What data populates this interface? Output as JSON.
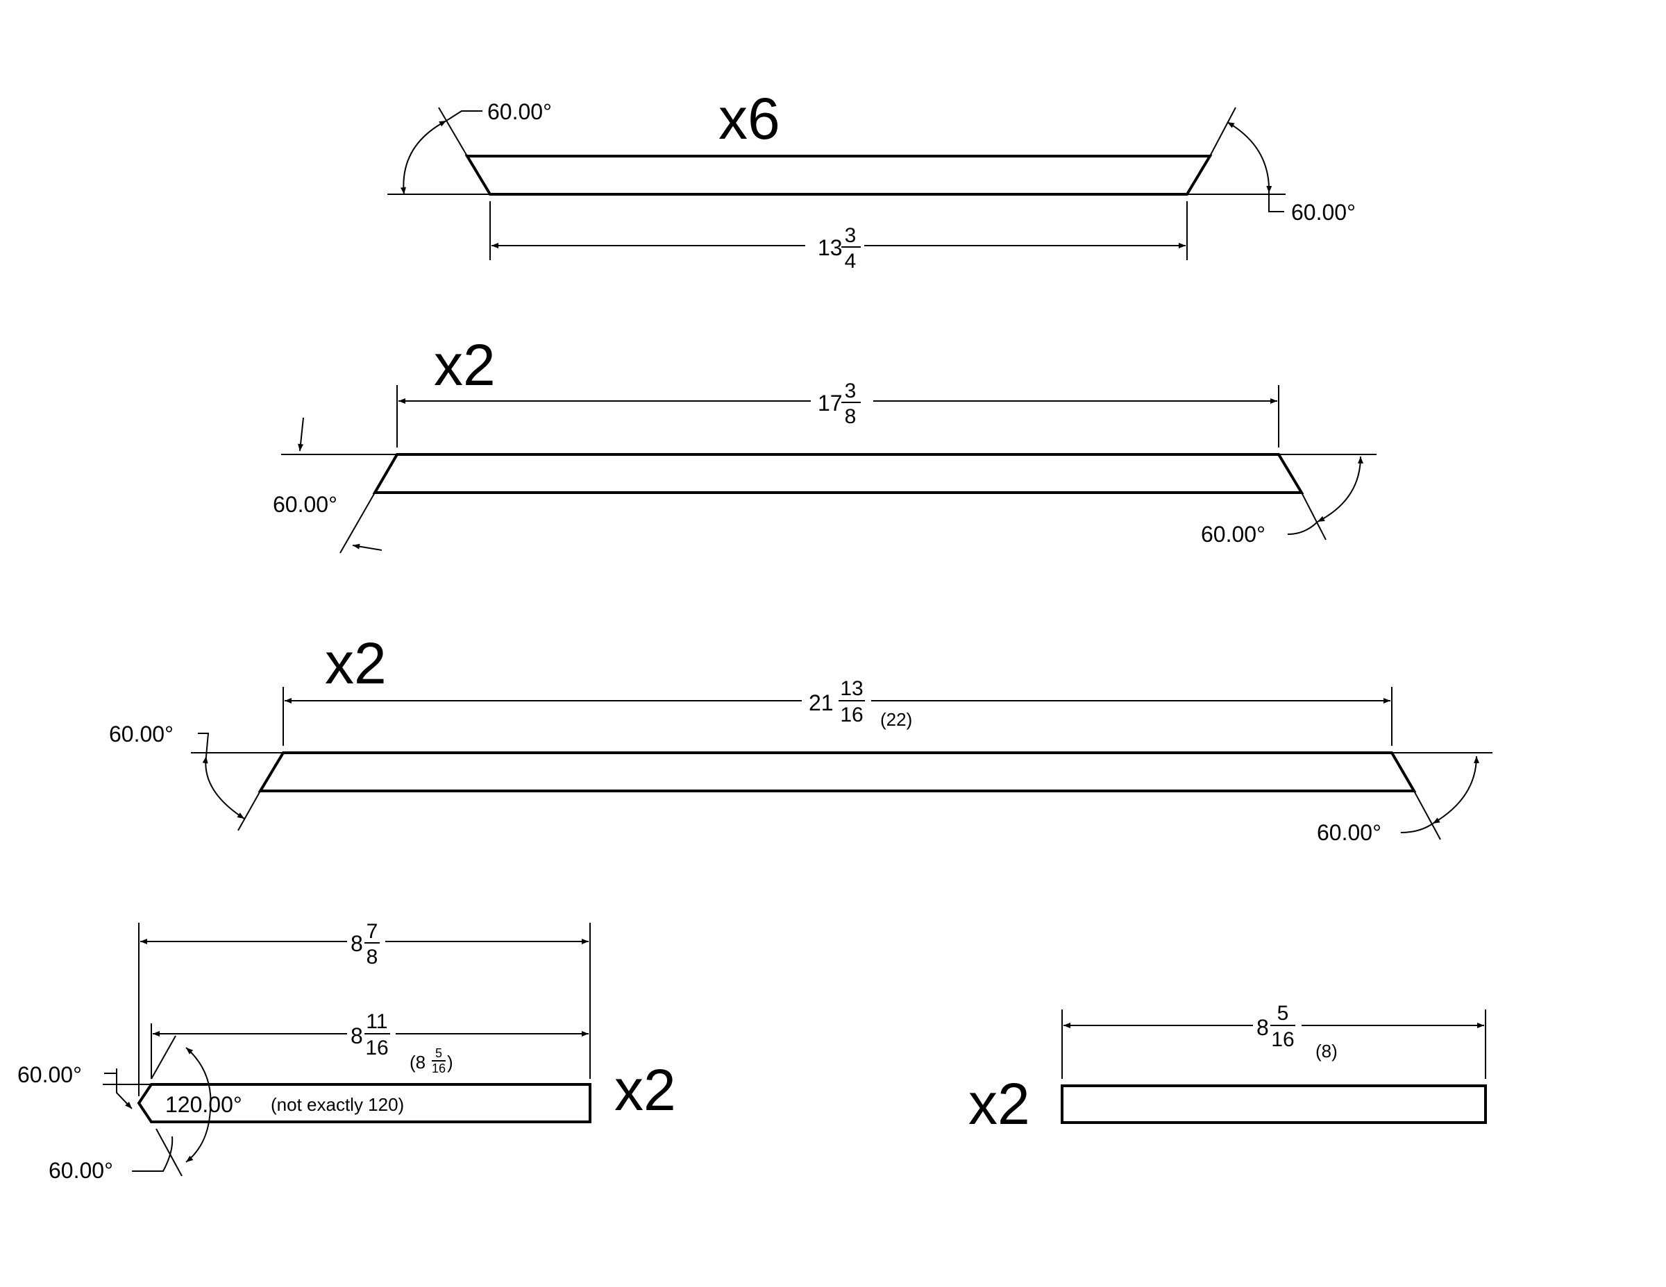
{
  "parts": [
    {
      "qty": "x6",
      "whole": "13",
      "num": "3",
      "den": "4",
      "angle_left": "60.00°",
      "angle_right": "60.00°"
    },
    {
      "qty": "x2",
      "whole": "17",
      "num": "3",
      "den": "8",
      "angle_left": "60.00°",
      "angle_right": "60.00°"
    },
    {
      "qty": "x2",
      "whole": "21",
      "num": "13",
      "den": "16",
      "alt": "(22)",
      "angle_left": "60.00°",
      "angle_right": "60.00°"
    },
    {
      "qty": "x2",
      "overall": {
        "whole": "8",
        "num": "7",
        "den": "8"
      },
      "inner": {
        "whole": "8",
        "num": "11",
        "den": "16",
        "alt_open": "(8",
        "alt_num": "5",
        "alt_den": "16",
        "alt_close": ")"
      },
      "angle_top": "60.00°",
      "angle_bottom": "60.00°",
      "point_angle": "120.00°",
      "point_note": "(not exactly 120)"
    },
    {
      "qty": "x2",
      "whole": "8",
      "num": "5",
      "den": "16",
      "alt": "(8)"
    }
  ]
}
